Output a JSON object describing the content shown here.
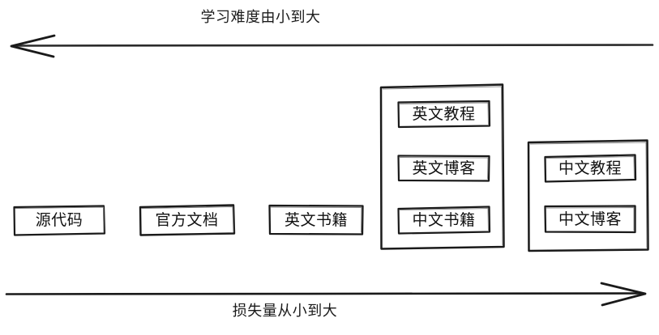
{
  "diagram": {
    "title_top": "学习难度由小到大",
    "title_bottom": "损失量从小到大",
    "top_axis": {
      "direction": "left",
      "icon": "arrow-left-icon",
      "label": "学习难度由小到大"
    },
    "bottom_axis": {
      "direction": "right",
      "icon": "arrow-right-icon",
      "label": "损失量从小到大"
    },
    "style": {
      "stroke": "#1a1a1a",
      "background": "#ffffff",
      "text": "#111111"
    },
    "columns": [
      {
        "id": "col-1",
        "grouped": false,
        "items": [
          {
            "id": "node-source-code",
            "label": "源代码"
          }
        ]
      },
      {
        "id": "col-2",
        "grouped": false,
        "items": [
          {
            "id": "node-official-docs",
            "label": "官方文档"
          }
        ]
      },
      {
        "id": "col-3",
        "grouped": false,
        "items": [
          {
            "id": "node-english-books",
            "label": "英文书籍"
          }
        ]
      },
      {
        "id": "col-4",
        "grouped": true,
        "group_name": "group-english-materials",
        "items": [
          {
            "id": "node-english-tutorial",
            "label": "英文教程"
          },
          {
            "id": "node-english-blog",
            "label": "英文博客"
          },
          {
            "id": "node-chinese-books",
            "label": "中文书籍"
          }
        ]
      },
      {
        "id": "col-5",
        "grouped": true,
        "group_name": "group-chinese-materials",
        "items": [
          {
            "id": "node-chinese-tutorial",
            "label": "中文教程"
          },
          {
            "id": "node-chinese-blog",
            "label": "中文博客"
          }
        ]
      }
    ]
  }
}
